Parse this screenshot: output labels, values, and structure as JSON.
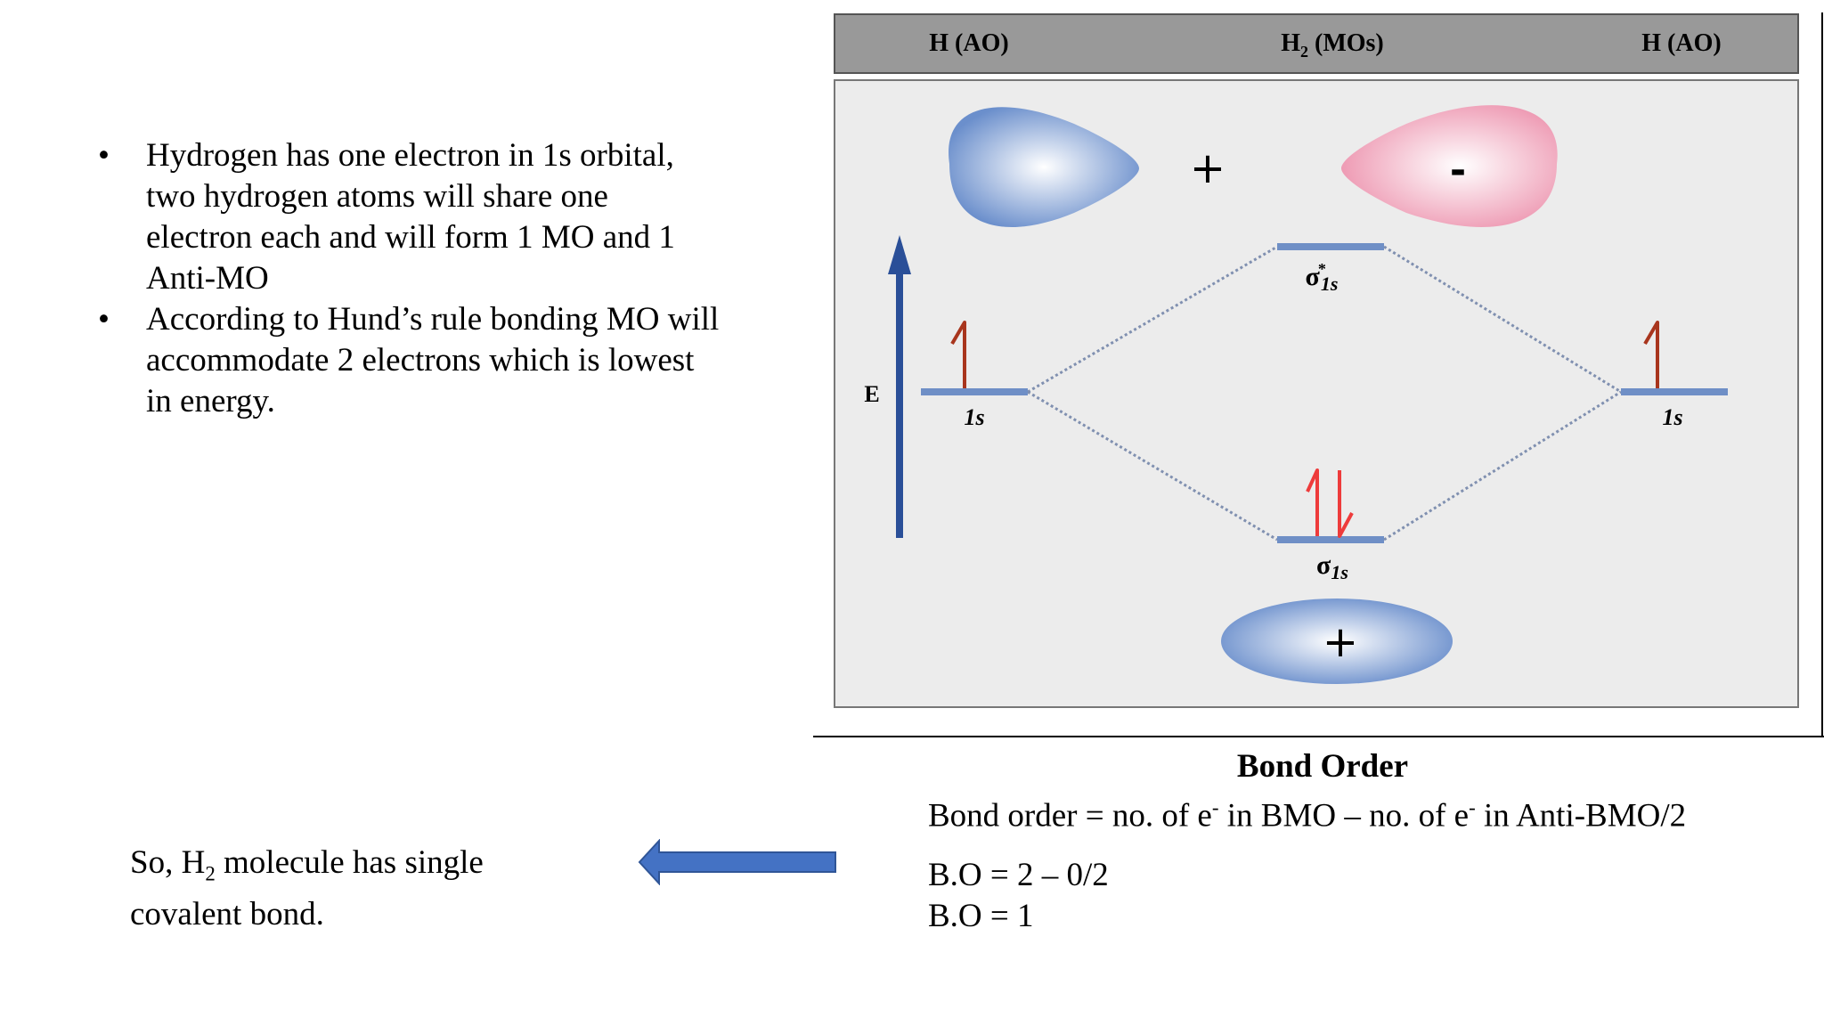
{
  "bullets": [
    "Hydrogen has one electron in 1s orbital, two hydrogen atoms will share one electron each and will form 1 MO and 1 Anti-MO",
    "According to Hund’s rule bonding MO will accommodate 2 electrons which is lowest in energy."
  ],
  "bullet_marker": "•",
  "diagram": {
    "header_left": "H (AO)",
    "header_mid_main": "H",
    "header_mid_sub": "2",
    "header_mid_rest": " (MOs)",
    "header_right": "H (AO)",
    "energy_label": "E",
    "left_orbital": "1s",
    "right_orbital": "1s",
    "antibonding_symbol": "σ",
    "antibonding_star": "*",
    "antibonding_sub": "1s",
    "bonding_symbol": "σ",
    "bonding_sub": "1s",
    "lobe_plus": "+",
    "lobe_minus": "-",
    "bonding_lobe_sign": "+"
  },
  "bond_order": {
    "title": "Bond Order",
    "formula_a": "Bond order = no. of e",
    "formula_sup1": "-",
    "formula_b": " in BMO – no. of e",
    "formula_sup2": "-",
    "formula_c": " in Anti-BMO/2",
    "calc1": "B.O = 2 – 0/2",
    "calc2": "B.O = 1"
  },
  "conclusion": {
    "line1_a": "So, H",
    "line1_sub": "2",
    "line1_b": " molecule has single",
    "line2": "covalent bond."
  },
  "colors": {
    "header_bg": "#999999",
    "panel_bg": "#ececec",
    "level_blue": "#6f8fc6",
    "energy_arrow": "#2a4f98",
    "electron_dark": "#a8351d",
    "electron_red": "#ee3b3b",
    "lobe_blue": "#6b8fcc",
    "lobe_pink": "#ee9bb4",
    "pointer_arrow": "#4472c4"
  }
}
